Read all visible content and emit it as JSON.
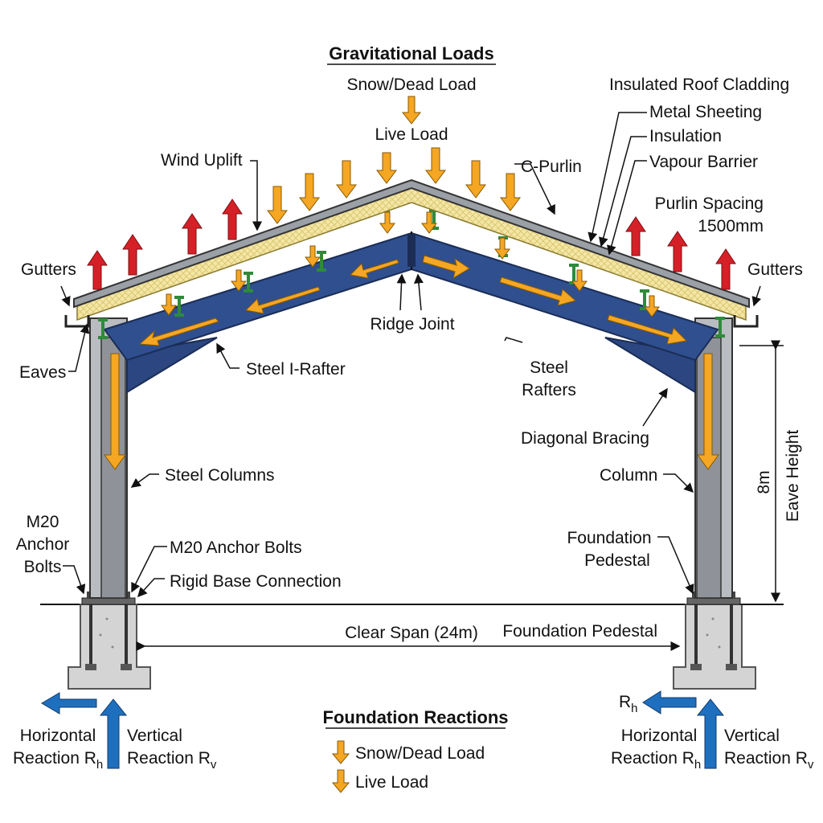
{
  "titles": {
    "gravitational": "Gravitational Loads",
    "foundation_reactions": "Foundation Reactions"
  },
  "labels": {
    "snow_dead_load": "Snow/Dead Load",
    "live_load": "Live Load",
    "insulated_roof_cladding": "Insulated Roof Cladding",
    "metal_sheeting": "Metal Sheeting",
    "insulation": "Insulation",
    "vapour_barrier": "Vapour Barrier",
    "wind_uplift": "Wind Uplift",
    "c_purlin": "C-Purlin",
    "purlin_spacing_1": "Purlin Spacing",
    "purlin_spacing_2": "1500mm",
    "gutters_left": "Gutters",
    "gutters_right": "Gutters",
    "eaves": "Eaves",
    "ridge_joint": "Ridge Joint",
    "steel_i_rafter": "Steel I-Rafter",
    "steel_rafters_1": "Steel",
    "steel_rafters_2": "Rafters",
    "diagonal_bracing": "Diagonal Bracing",
    "steel_columns": "Steel Columns",
    "column": "Column",
    "eave_height_value": "8m",
    "eave_height": "Eave Height",
    "m20_left_1": "M20",
    "m20_left_2": "Anchor",
    "m20_left_3": "Bolts",
    "m20_anchor_bolts": "M20 Anchor Bolts",
    "rigid_base_connection": "Rigid Base Connection",
    "foundation_pedestal_1": "Foundation",
    "foundation_pedestal_2": "Pedestal",
    "foundation_pedestal_right": "Foundation Pedestal",
    "clear_span": "Clear Span (24m)",
    "rh_right": "R",
    "rh_sub": "h",
    "horizontal_1": "Horizontal",
    "horizontal_2": "Reaction R",
    "vertical_1": "Vertical",
    "vertical_2": "Reaction R",
    "h_sub": "h",
    "v_sub": "v",
    "legend_snow": "Snow/Dead Load",
    "legend_live": "Live Load"
  },
  "colors": {
    "gravity_arrow": "#f5a623",
    "uplift_arrow": "#d62027",
    "reaction_arrow": "#1f6fbf",
    "rafter_fill": "#2f4f8f",
    "insulation_fill": "#f3e6a6",
    "column_fill": "#8f9399",
    "concrete_fill": "#d4d4d4"
  }
}
